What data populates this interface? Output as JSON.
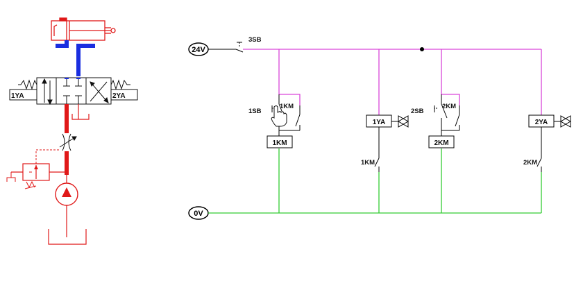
{
  "colors": {
    "positive_rail": "#d946d9",
    "zero_rail": "#33cc33",
    "hydraulic_red": "#e01818",
    "hydraulic_blue": "#1a2ee0",
    "ink": "#111111"
  },
  "hydraulic": {
    "solenoid_left": "1YA",
    "solenoid_right": "2YA"
  },
  "electrical": {
    "supply_positive": "24V",
    "supply_zero": "0V",
    "stop_button": "3SB",
    "start_button_1": "1SB",
    "start_button_2": "2SB",
    "holding_contact_1": "1KM",
    "holding_contact_2": "2KM",
    "relay_coil_1": "1KM",
    "relay_coil_2": "2KM",
    "solenoid_coil_1": "1YA",
    "solenoid_coil_2": "2YA",
    "relay_contact_1": "1KM",
    "relay_contact_2": "2KM"
  },
  "icons": [
    "hand-pointer-icon",
    "valve-indicator-icon",
    "pump-icon",
    "spring-icon"
  ]
}
